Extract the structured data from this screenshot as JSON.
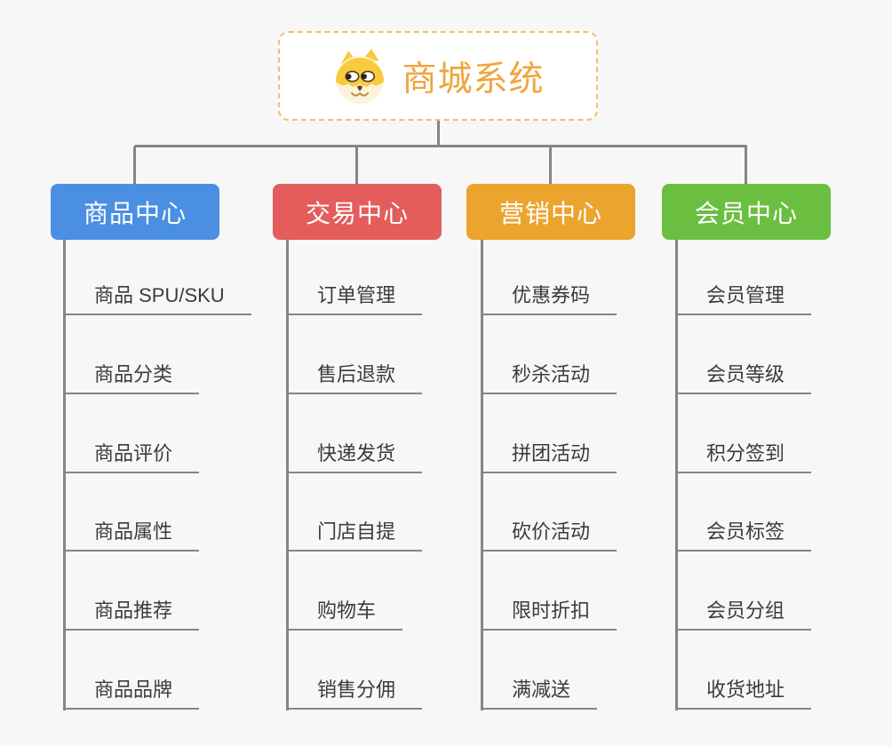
{
  "root": {
    "title": "商城系统",
    "icon": "dog-face-icon"
  },
  "colors": {
    "background": "#F7F7F7",
    "connector": "#858585",
    "root_border": "#F2BE6B",
    "root_text": "#EFA53C",
    "leaf_text": "#3B3B3B",
    "branch_blue": "#4A8FE2",
    "branch_red": "#E45C5C",
    "branch_orange": "#EBA42E",
    "branch_green": "#6ABF40"
  },
  "branches": [
    {
      "label": "商品中心",
      "color": "#4A8FE2",
      "items": [
        "商品 SPU/SKU",
        "商品分类",
        "商品评价",
        "商品属性",
        "商品推荐",
        "商品品牌"
      ]
    },
    {
      "label": "交易中心",
      "color": "#E45C5C",
      "items": [
        "订单管理",
        "售后退款",
        "快递发货",
        "门店自提",
        "购物车",
        "销售分佣"
      ]
    },
    {
      "label": "营销中心",
      "color": "#EBA42E",
      "items": [
        "优惠券码",
        "秒杀活动",
        "拼团活动",
        "砍价活动",
        "限时折扣",
        "满减送"
      ]
    },
    {
      "label": "会员中心",
      "color": "#6ABF40",
      "items": [
        "会员管理",
        "会员等级",
        "积分签到",
        "会员标签",
        "会员分组",
        "收货地址"
      ]
    }
  ]
}
